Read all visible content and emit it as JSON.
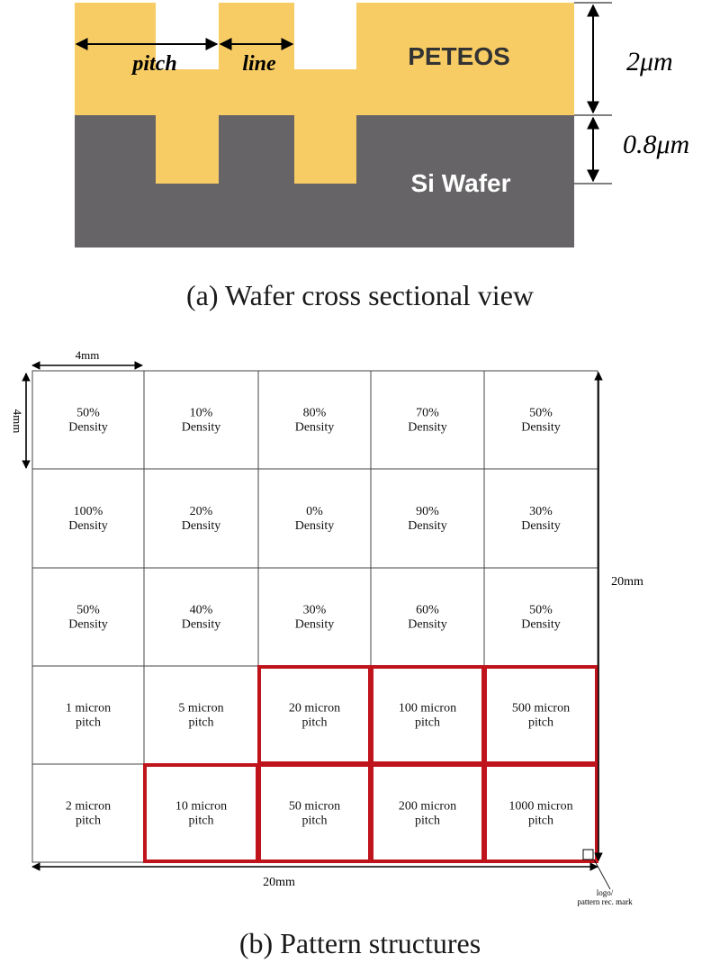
{
  "cross_section": {
    "label_pitch": "pitch",
    "label_line": "line",
    "layer_top": "PETEOS",
    "layer_bottom": "Si Wafer",
    "dim_top": "2μm",
    "dim_bottom": "0.8μm",
    "colors": {
      "peteos": "#f8cc64",
      "wafer": "#666466"
    },
    "caption": "(a) Wafer cross sectional view"
  },
  "pattern": {
    "dim_cell_width": "4mm",
    "dim_cell_height": "4mm",
    "dim_total_width": "20mm",
    "dim_total_height": "20mm",
    "corner_note_line1": "logo/",
    "corner_note_line2": "pattern rec. mark",
    "caption": "(b) Pattern structures",
    "highlight_color": "#c0141c",
    "rows": [
      [
        {
          "l1": "50%",
          "l2": "Density",
          "hl": false
        },
        {
          "l1": "10%",
          "l2": "Density",
          "hl": false
        },
        {
          "l1": "80%",
          "l2": "Density",
          "hl": false
        },
        {
          "l1": "70%",
          "l2": "Density",
          "hl": false
        },
        {
          "l1": "50%",
          "l2": "Density",
          "hl": false
        }
      ],
      [
        {
          "l1": "100%",
          "l2": "Density",
          "hl": false
        },
        {
          "l1": "20%",
          "l2": "Density",
          "hl": false
        },
        {
          "l1": "0%",
          "l2": "Density",
          "hl": false
        },
        {
          "l1": "90%",
          "l2": "Density",
          "hl": false
        },
        {
          "l1": "30%",
          "l2": "Density",
          "hl": false
        }
      ],
      [
        {
          "l1": "50%",
          "l2": "Density",
          "hl": false
        },
        {
          "l1": "40%",
          "l2": "Density",
          "hl": false
        },
        {
          "l1": "30%",
          "l2": "Density",
          "hl": false
        },
        {
          "l1": "60%",
          "l2": "Density",
          "hl": false
        },
        {
          "l1": "50%",
          "l2": "Density",
          "hl": false
        }
      ],
      [
        {
          "l1": "1 micron",
          "l2": "pitch",
          "hl": false
        },
        {
          "l1": "5 micron",
          "l2": "pitch",
          "hl": false
        },
        {
          "l1": "20 micron",
          "l2": "pitch",
          "hl": true
        },
        {
          "l1": "100 micron",
          "l2": "pitch",
          "hl": true
        },
        {
          "l1": "500 micron",
          "l2": "pitch",
          "hl": true
        }
      ],
      [
        {
          "l1": "2 micron",
          "l2": "pitch",
          "hl": false
        },
        {
          "l1": "10 micron",
          "l2": "pitch",
          "hl": true
        },
        {
          "l1": "50 micron",
          "l2": "pitch",
          "hl": true
        },
        {
          "l1": "200 micron",
          "l2": "pitch",
          "hl": true
        },
        {
          "l1": "1000 micron",
          "l2": "pitch",
          "hl": true
        }
      ]
    ]
  }
}
